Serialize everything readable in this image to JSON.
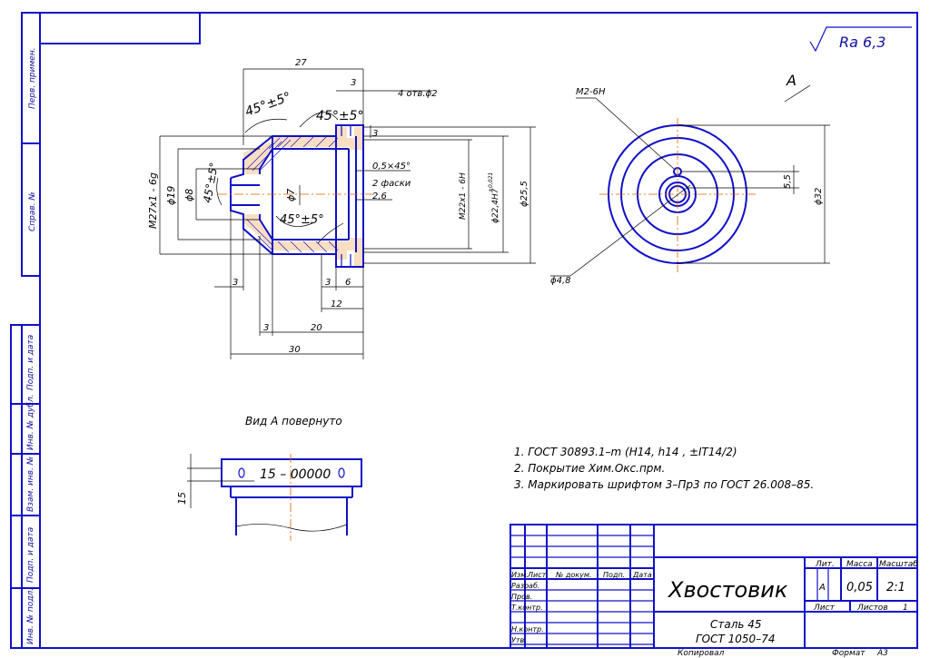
{
  "roughness": "Ra 6,3",
  "side_stamps": [
    "Перв. примен.",
    "Справ. №",
    "Подп. и дата",
    "Инв. № дубл.",
    "Взам. инв. №",
    "Подп. и дата",
    "Инв. № подл."
  ],
  "view_label": "А",
  "view_title": "Вид А повернуто",
  "marking_text": "15 – 00000",
  "dimensions": {
    "d27": "27",
    "d3a": "3",
    "holes": "4 отв.ϕ2",
    "ang1": "45°±5°",
    "ang2": "45°±5°",
    "d3b": "3",
    "chamfer": "0,5×45°",
    "chamfer2": "2 фаски",
    "d26": "2,6",
    "m27": "M27x1 - 6g",
    "phi19": "ϕ19",
    "phi8": "ϕ8",
    "ang3": "45°±5°",
    "phi7": "ϕ7",
    "ang4": "45°±5°",
    "m22": "M22x1 - 6H",
    "phi224": "ϕ22,4H7",
    "tol": "+0,021",
    "phi255": "ϕ25,5",
    "d3c": "3",
    "d3d": "3",
    "d6": "6",
    "d12": "12",
    "d3e": "3",
    "d20": "20",
    "d30": "30",
    "m2": "M2-6H",
    "d55": "5,5",
    "phi32": "ϕ32",
    "phi48": "ϕ4,8",
    "d15": "15"
  },
  "notes": [
    "1. ГОСТ 30893.1–m (H14, h14 , ±IT14/2)",
    "2. Покрытие Хим.Окс.прм.",
    "3. Маркировать шрифтом 3–Пр3 по ГОСТ 26.008–85."
  ],
  "title_block": {
    "headers": [
      "Изм.",
      "Лист",
      "№ докум.",
      "Подп.",
      "Дата"
    ],
    "roles": [
      "Разраб.",
      "Пров.",
      "Т.контр.",
      "",
      "Н.контр.",
      "Утв."
    ],
    "name": "Хвостовик",
    "material_line1": "Сталь 45",
    "material_line2": "ГОСТ 1050–74",
    "lit_label": "Лит.",
    "mass_label": "Масса",
    "scale_label": "Масштаб",
    "lit_value": "А",
    "mass_value": "0,05",
    "scale_value": "2:1",
    "sheet_label": "Лист",
    "sheets_label": "Листов",
    "sheets_value": "1",
    "copied": "Копировал",
    "format_label": "Формат",
    "format_value": "А3"
  }
}
